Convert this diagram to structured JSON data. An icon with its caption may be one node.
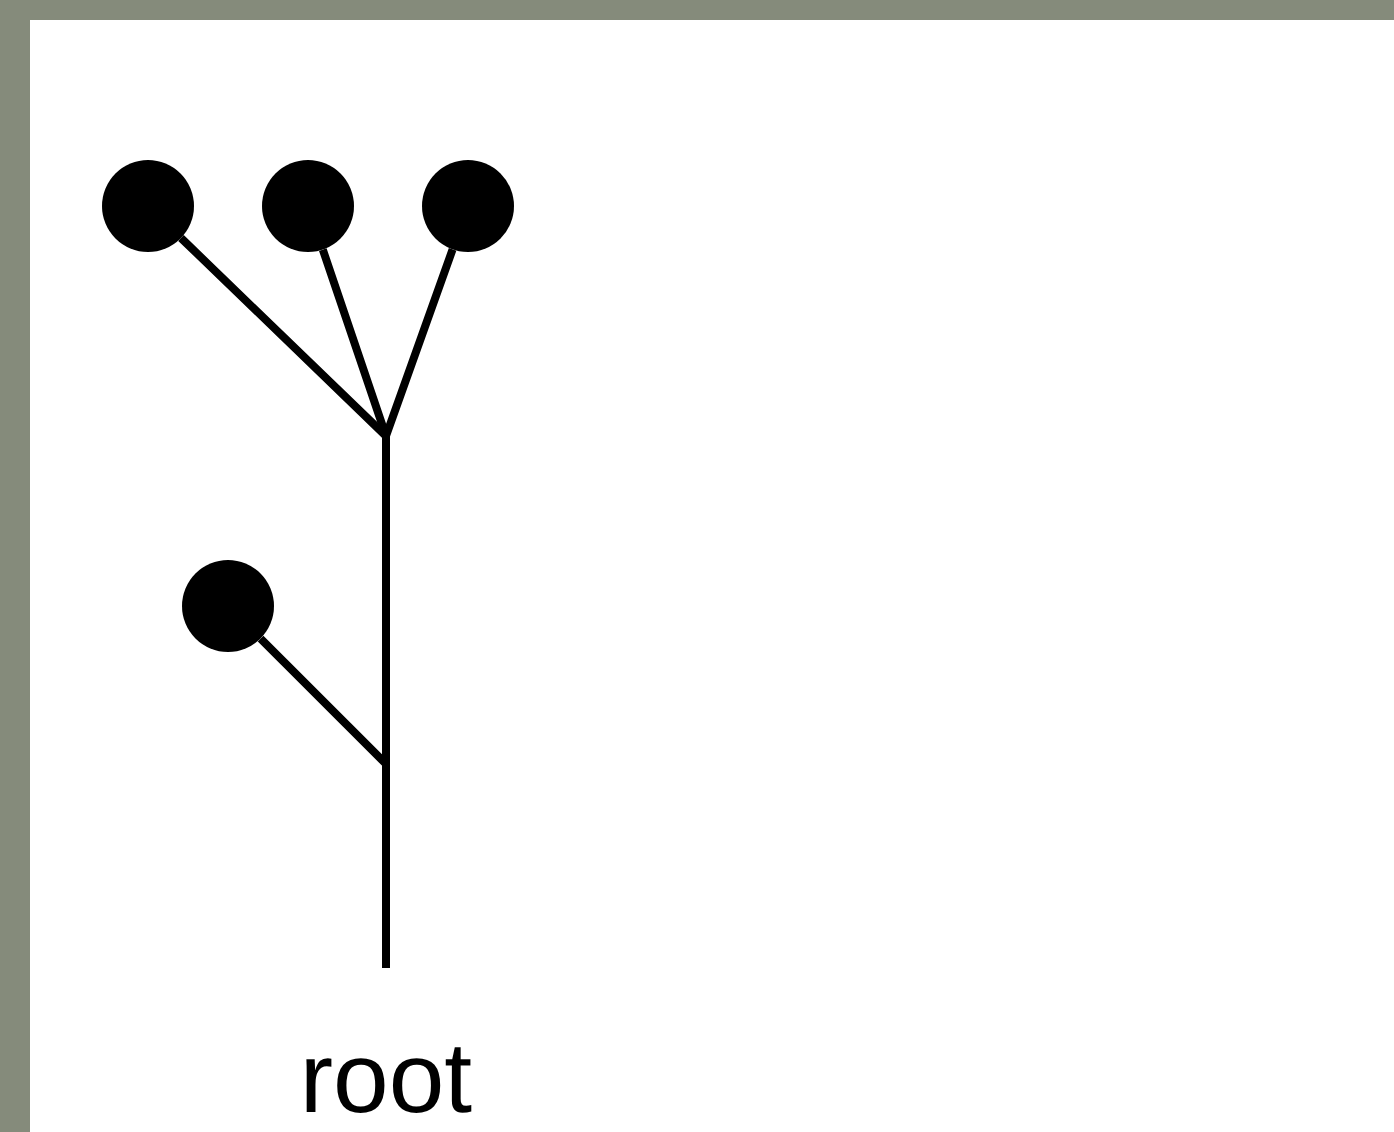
{
  "diagram": {
    "nodes": [
      {
        "text": [],
        "shape": "circle"
      },
      {
        "text": [],
        "shape": "circle"
      },
      {
        "text": [],
        "shape": "circle"
      },
      {
        "text": [],
        "shape": "circle"
      },
      {
        "text": [
          "root"
        ]
      }
    ],
    "edges": [
      {
        "from": 4,
        "to": 0,
        "arrow": "none"
      },
      {
        "from": 4,
        "to": 1,
        "arrow": "none"
      },
      {
        "from": 4,
        "to": 2,
        "arrow": "none"
      },
      {
        "from": 4,
        "to": 3,
        "arrow": "none"
      }
    ]
  }
}
